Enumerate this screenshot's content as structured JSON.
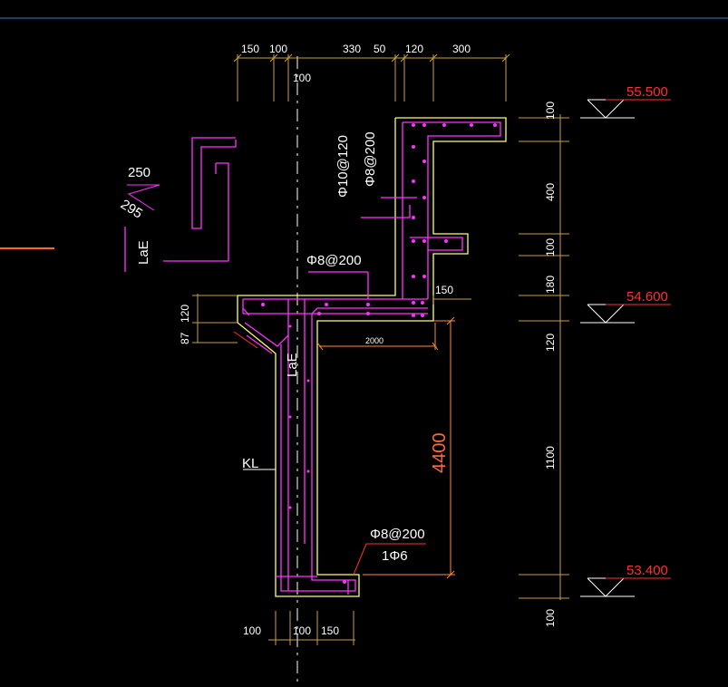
{
  "colors": {
    "background": "#000000",
    "concrete_outline": "#ffff66",
    "rebar": "#ff33ff",
    "dimension": "#c8a040",
    "text": "#ffffff",
    "elevation": "#ff3030",
    "highlight": "#ff6a3a",
    "top_border": "#3a7acc"
  },
  "top_dims": [
    "150",
    "100",
    "330",
    "50",
    "120",
    "300"
  ],
  "axis_dim": "100",
  "right_dims": [
    "100",
    "400",
    "100",
    "180",
    "120",
    "1100",
    "100"
  ],
  "elevations": [
    "55.500",
    "54.600",
    "53.400"
  ],
  "rebar_labels": {
    "vertical_1": "Φ10@120",
    "vertical_2": "Φ8@200",
    "slab": "Φ8@200",
    "bottom_1": "Φ8@200",
    "bottom_2": "1Φ6"
  },
  "detail": {
    "dim_a": "250",
    "dim_b": "295",
    "anchor": "LaE"
  },
  "section_labels": {
    "anchor_main": "LaE",
    "beam": "KL"
  },
  "inner_dims": {
    "ledge": "150",
    "span": "2000",
    "height": "4400"
  },
  "left_dims": [
    "87",
    "120"
  ],
  "bottom_dims": [
    "100",
    "100",
    "150"
  ]
}
